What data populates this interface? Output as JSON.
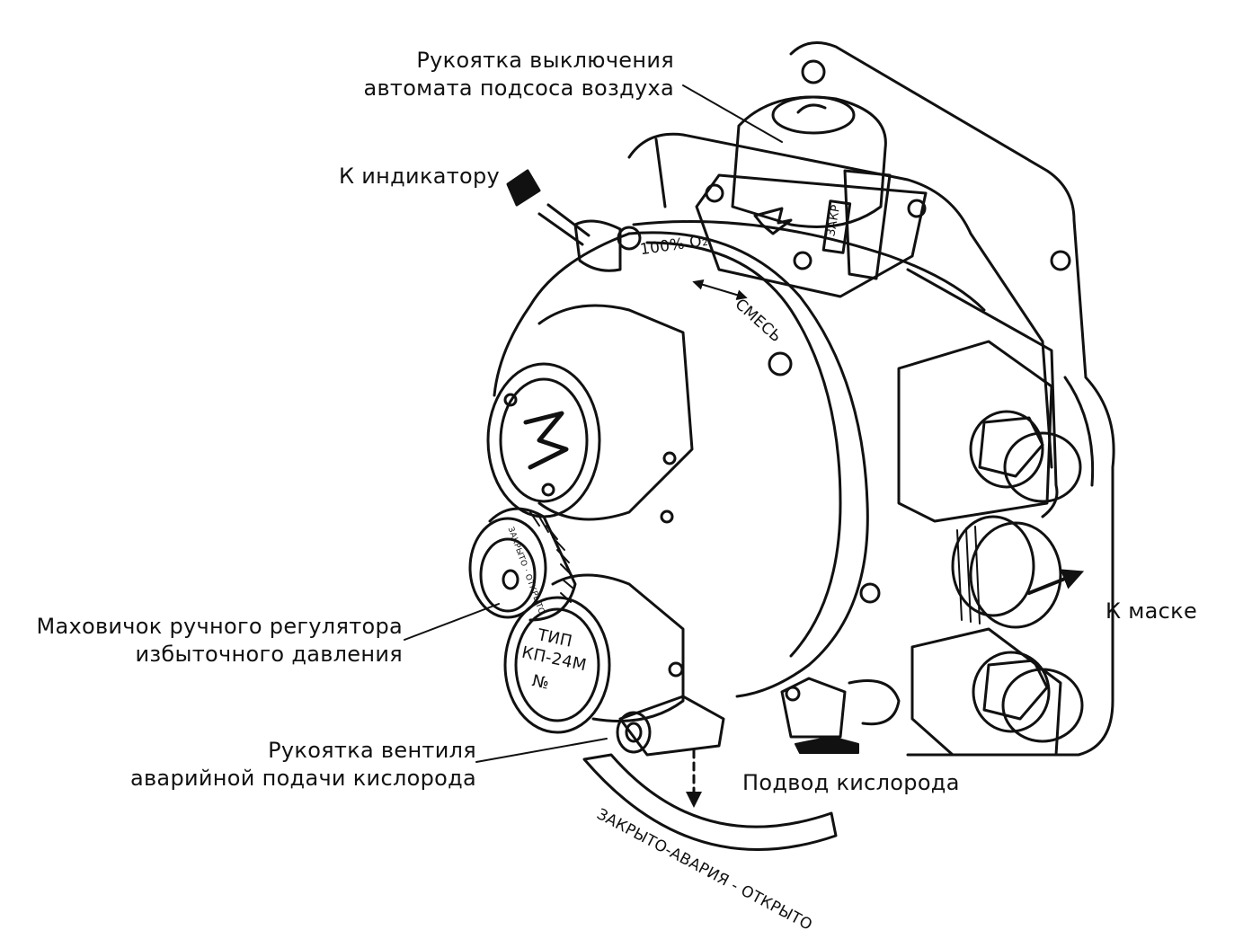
{
  "labels": {
    "air_suction_handle": [
      "Рукоятка выключения",
      "автомата подсоса воздуха"
    ],
    "to_indicator": "К индикатору",
    "to_mask": "К маске",
    "pressure_knob": [
      "Маховичок ручного регулятора",
      "избыточного давления"
    ],
    "emergency_valve": [
      "Рукоятка вентиля",
      "аварийной подачи кислорода"
    ],
    "oxygen_supply": "Подвод кислорода"
  },
  "device_markings": {
    "dial_left": "100% O₂",
    "dial_right": "СМЕСЬ",
    "lever_mark": "ЗАКР",
    "type_plate": [
      "ТИП",
      "КП-24М",
      "№"
    ],
    "knob_ring": "ЗАКРЫТО · ОТКРЫТО",
    "emergency_scale": "ЗАКРЫТО-АВАРИЯ - ОТКРЫТО"
  },
  "colors": {
    "ink": "#111111",
    "paper": "#ffffff"
  }
}
